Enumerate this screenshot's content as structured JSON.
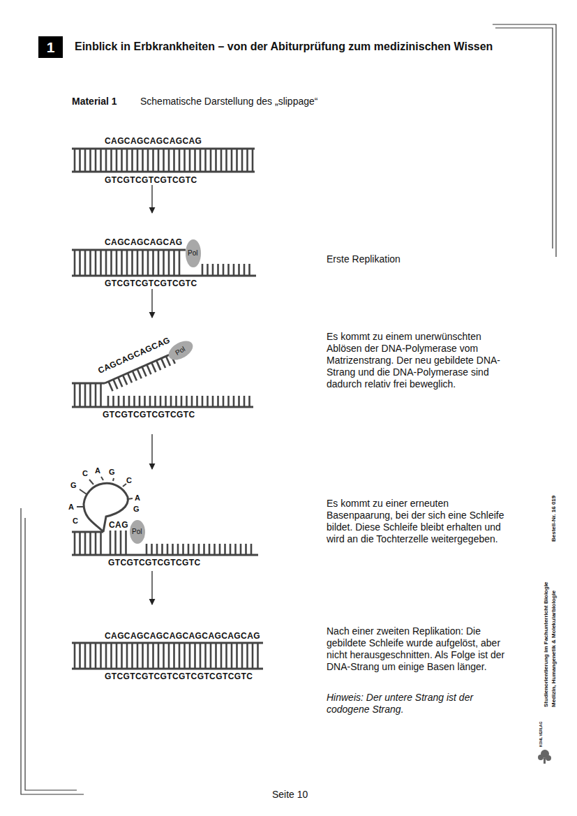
{
  "diagram": {
    "title": "Einblick in Erbkrankheiten – von der Abiturprüfung zum medizinischen Wissen",
    "nodes": [
      {
        "text": [
          "1"
        ]
      }
    ],
    "labels": [
      "Material 1",
      "Schematische Darstellung des „slippage“",
      "CAGCAGCAGCAGCAG",
      "GTCGTCGTCGTCGTC",
      "CAGCAGCAGCAG",
      "Pol",
      "GTCGTCGTCGTCGTC",
      "Erste Replikation",
      "CAGCAGCAGCAG",
      "Pol",
      "GTCGTCGTCGTCGTC",
      "Es kommt zu einem unerwünschten Ablösen der DNA-Polymerase vom Matrizenstrang. Der neu gebildete DNA-Strang und die DNA-Polymerase sind dadurch relativ frei beweglich.",
      "G",
      "C",
      "A",
      "G",
      "C",
      "A",
      "G",
      "A",
      "C",
      "CAG",
      "Pol",
      "GTCGTCGTCGTCGTC",
      "Es kommt zu einer erneuten Basenpaarung, bei der sich eine Schleife bildet. Diese Schleife bleibt erhalten und wird an die Tochterzelle weitergegeben.",
      "CAGCAGCAGCAGCAGCAGCAGCAG",
      "GTCGTCGTCGTCGTCGTCGTCGTC",
      "Nach einer zweiten Replikation: Die gebildete Schleife wurde aufgelöst, aber nicht herausgeschnitten. Als Folge ist der DNA-Strang um einige Basen länger.",
      "Hinweis: Der untere Strang ist der codogene Strang.",
      "Studienorientierung im Fachunterricht Biologie",
      "Medizin, Humangenetik & Molekularbiologie",
      "Bestell-Nr. 16 019",
      "KOHL VERLAG",
      "Seite 10"
    ]
  }
}
